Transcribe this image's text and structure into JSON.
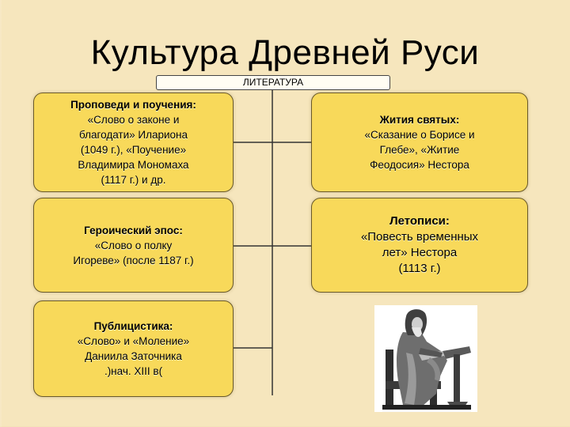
{
  "title": "Культура Древней Руси",
  "header": "ЛИТЕРАТУРА",
  "cards": [
    {
      "heading": "Проповеди и поучения:",
      "lines": [
        "«Слово о законе и",
        "благодати» Илариона",
        "(1049 г.), «Поучение»",
        "Владимира Мономаха",
        "(1117 г.) и др."
      ]
    },
    {
      "heading": "Героический эпос:",
      "lines": [
        "«Слово о полку",
        "Игореве» (после 1187 г.)"
      ]
    },
    {
      "heading": "Публицистика:",
      "lines": [
        "«Слово» и «Моление»",
        "Даниила Заточника",
        ".)нач. XIII в("
      ]
    },
    {
      "heading": "Жития святых:",
      "lines": [
        "«Сказание о Борисе и",
        "Глебе», «Житие",
        "Феодосия» Нестора"
      ]
    },
    {
      "heading": "Летописи:",
      "lines": [
        "«Повесть временных",
        "лет» Нестора",
        "(1113 г.)"
      ]
    }
  ],
  "image": {
    "icon": "statue-of-nestor-chronicler"
  }
}
